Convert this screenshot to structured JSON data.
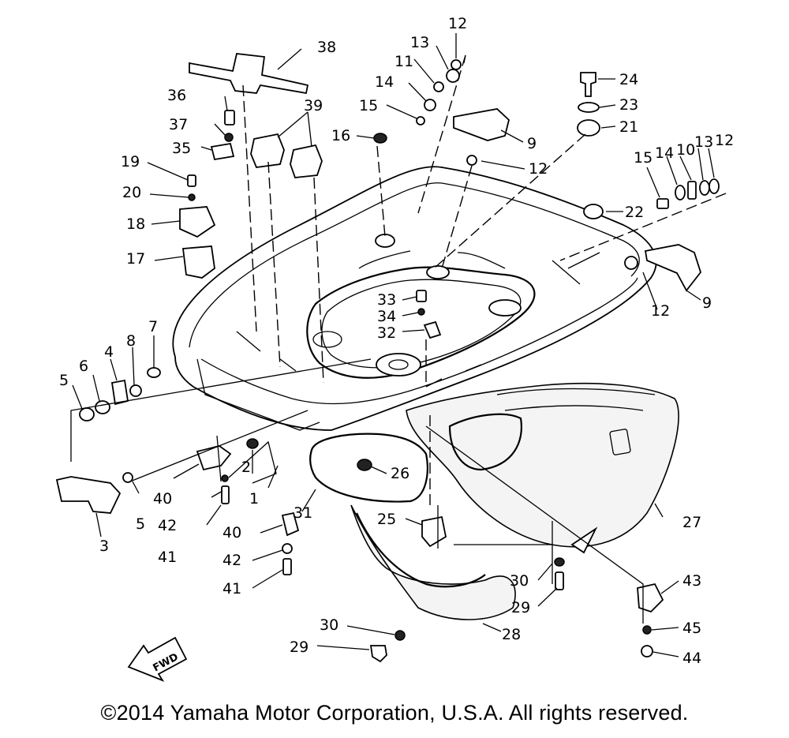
{
  "labels": {
    "n12a": "12",
    "n13a": "13",
    "n11": "11",
    "n14a": "14",
    "n15a": "15",
    "n16": "16",
    "n38": "38",
    "n36": "36",
    "n37": "37",
    "n35": "35",
    "n39": "39",
    "n19": "19",
    "n20": "20",
    "n18": "18",
    "n17": "17",
    "n24": "24",
    "n23": "23",
    "n21": "21",
    "n9a": "9",
    "n12b": "12",
    "n15b": "15",
    "n14b": "14",
    "n10": "10",
    "n13b": "13",
    "n12c": "12",
    "n22": "22",
    "n12d": "12",
    "n9b": "9",
    "n33": "33",
    "n34": "34",
    "n32": "32",
    "n7": "7",
    "n8": "8",
    "n4": "4",
    "n6": "6",
    "n5a": "5",
    "n2": "2",
    "n1": "1",
    "n40a": "40",
    "n5b": "5",
    "n42a": "42",
    "n41a": "41",
    "n3": "3",
    "n26": "26",
    "n31": "31",
    "n25": "25",
    "n40b": "40",
    "n42b": "42",
    "n41b": "41",
    "n27": "27",
    "n30a": "30",
    "n29a": "29",
    "n43": "43",
    "n45": "45",
    "n44": "44",
    "n30b": "30",
    "n29b": "29",
    "n28": "28"
  },
  "fwd_label": "FWD",
  "copyright": "©2014 Yamaha Motor Corporation, U.S.A. All rights reserved."
}
